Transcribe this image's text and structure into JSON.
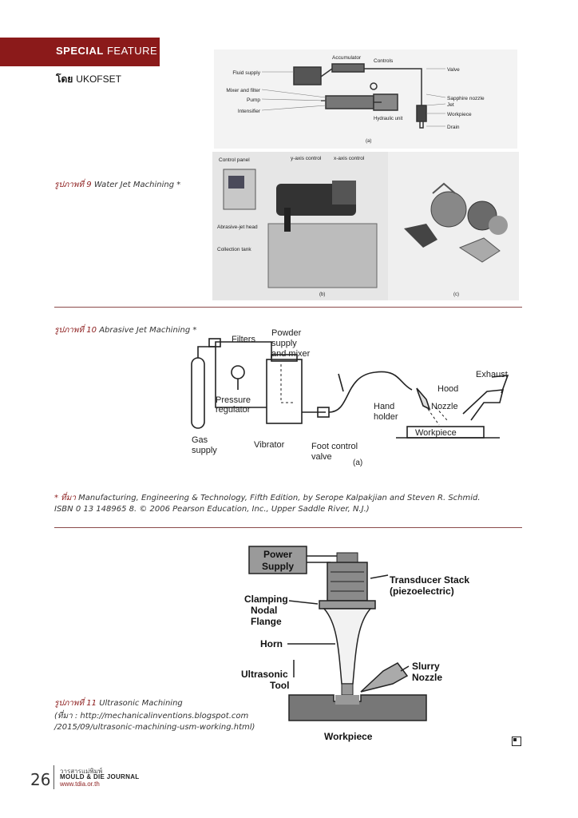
{
  "header": {
    "section_bold": "SPECIAL",
    "section_rest": "FEATURE",
    "byline_thai": "โดย",
    "byline_author": "UKOFSET"
  },
  "figure9": {
    "caption_prefix": "รูปภาพที่ 9",
    "caption_text": "Water Jet Machining *",
    "panel_a": {
      "labels": [
        "Fluid supply",
        "Mixer and filter",
        "Pump",
        "Intensifier",
        "Accumulator",
        "Controls",
        "Valve",
        "Sapphire nozzle",
        "Jet",
        "Workpiece",
        "Drain",
        "Hydraulic unit"
      ],
      "tag": "(a)"
    },
    "panel_b": {
      "labels": [
        "Control panel",
        "y-axis control",
        "x-axis control",
        "Abrasive-jet head",
        "Collection tank"
      ],
      "tag": "(b)"
    },
    "panel_c": {
      "tag": "(c)"
    }
  },
  "figure10": {
    "caption_prefix": "รูปภาพที่ 10",
    "caption_text": "Abrasive Jet Machining *",
    "labels": {
      "filters": "Filters",
      "powder1": "Powder",
      "powder2": "supply",
      "powder3": "and mixer",
      "pressure1": "Pressure",
      "pressure2": "regulator",
      "gas1": "Gas",
      "gas2": "supply",
      "vibrator": "Vibrator",
      "foot1": "Foot control",
      "foot2": "valve",
      "hand1": "Hand",
      "hand2": "holder",
      "hood": "Hood",
      "nozzle": "Nozzle",
      "exhaust": "Exhaust",
      "workpiece": "Workpiece",
      "tag": "(a)"
    }
  },
  "source_note": {
    "line1_prefix": "* ที่มา",
    "line1_text": "Manufacturing, Engineering & Technology, Fifth Edition, by Serope Kalpakjian and Steven R. Schmid.",
    "line2_text": "ISBN 0 13 148965 8. © 2006 Pearson Education, Inc., Upper Saddle River, N.J.)"
  },
  "figure11": {
    "caption_prefix": "รูปภาพที่ 11",
    "caption_text": "Ultrasonic Machining",
    "source_line1": "(ที่มา : http://mechanicalinventions.blogspot.com",
    "source_line2": "/2015/09/ultrasonic-machining-usm-working.html)",
    "labels": {
      "power1": "Power",
      "power2": "Supply",
      "transducer1": "Transducer Stack",
      "transducer2": "(piezoelectric)",
      "clamp1": "Clamping",
      "clamp2": "Nodal",
      "clamp3": "Flange",
      "horn": "Horn",
      "tool1": "Ultrasonic",
      "tool2": "Tool",
      "slurry1": "Slurry",
      "slurry2": "Nozzle",
      "workpiece": "Workpiece"
    }
  },
  "footer": {
    "page_number": "26",
    "journal_thai": "วารสารแม่พิมพ์",
    "journal_en": "MOULD & DIE JOURNAL",
    "url": "www.tdia.or.th"
  },
  "colors": {
    "accent": "#8b1a1a",
    "rule": "#8b4a4a"
  }
}
